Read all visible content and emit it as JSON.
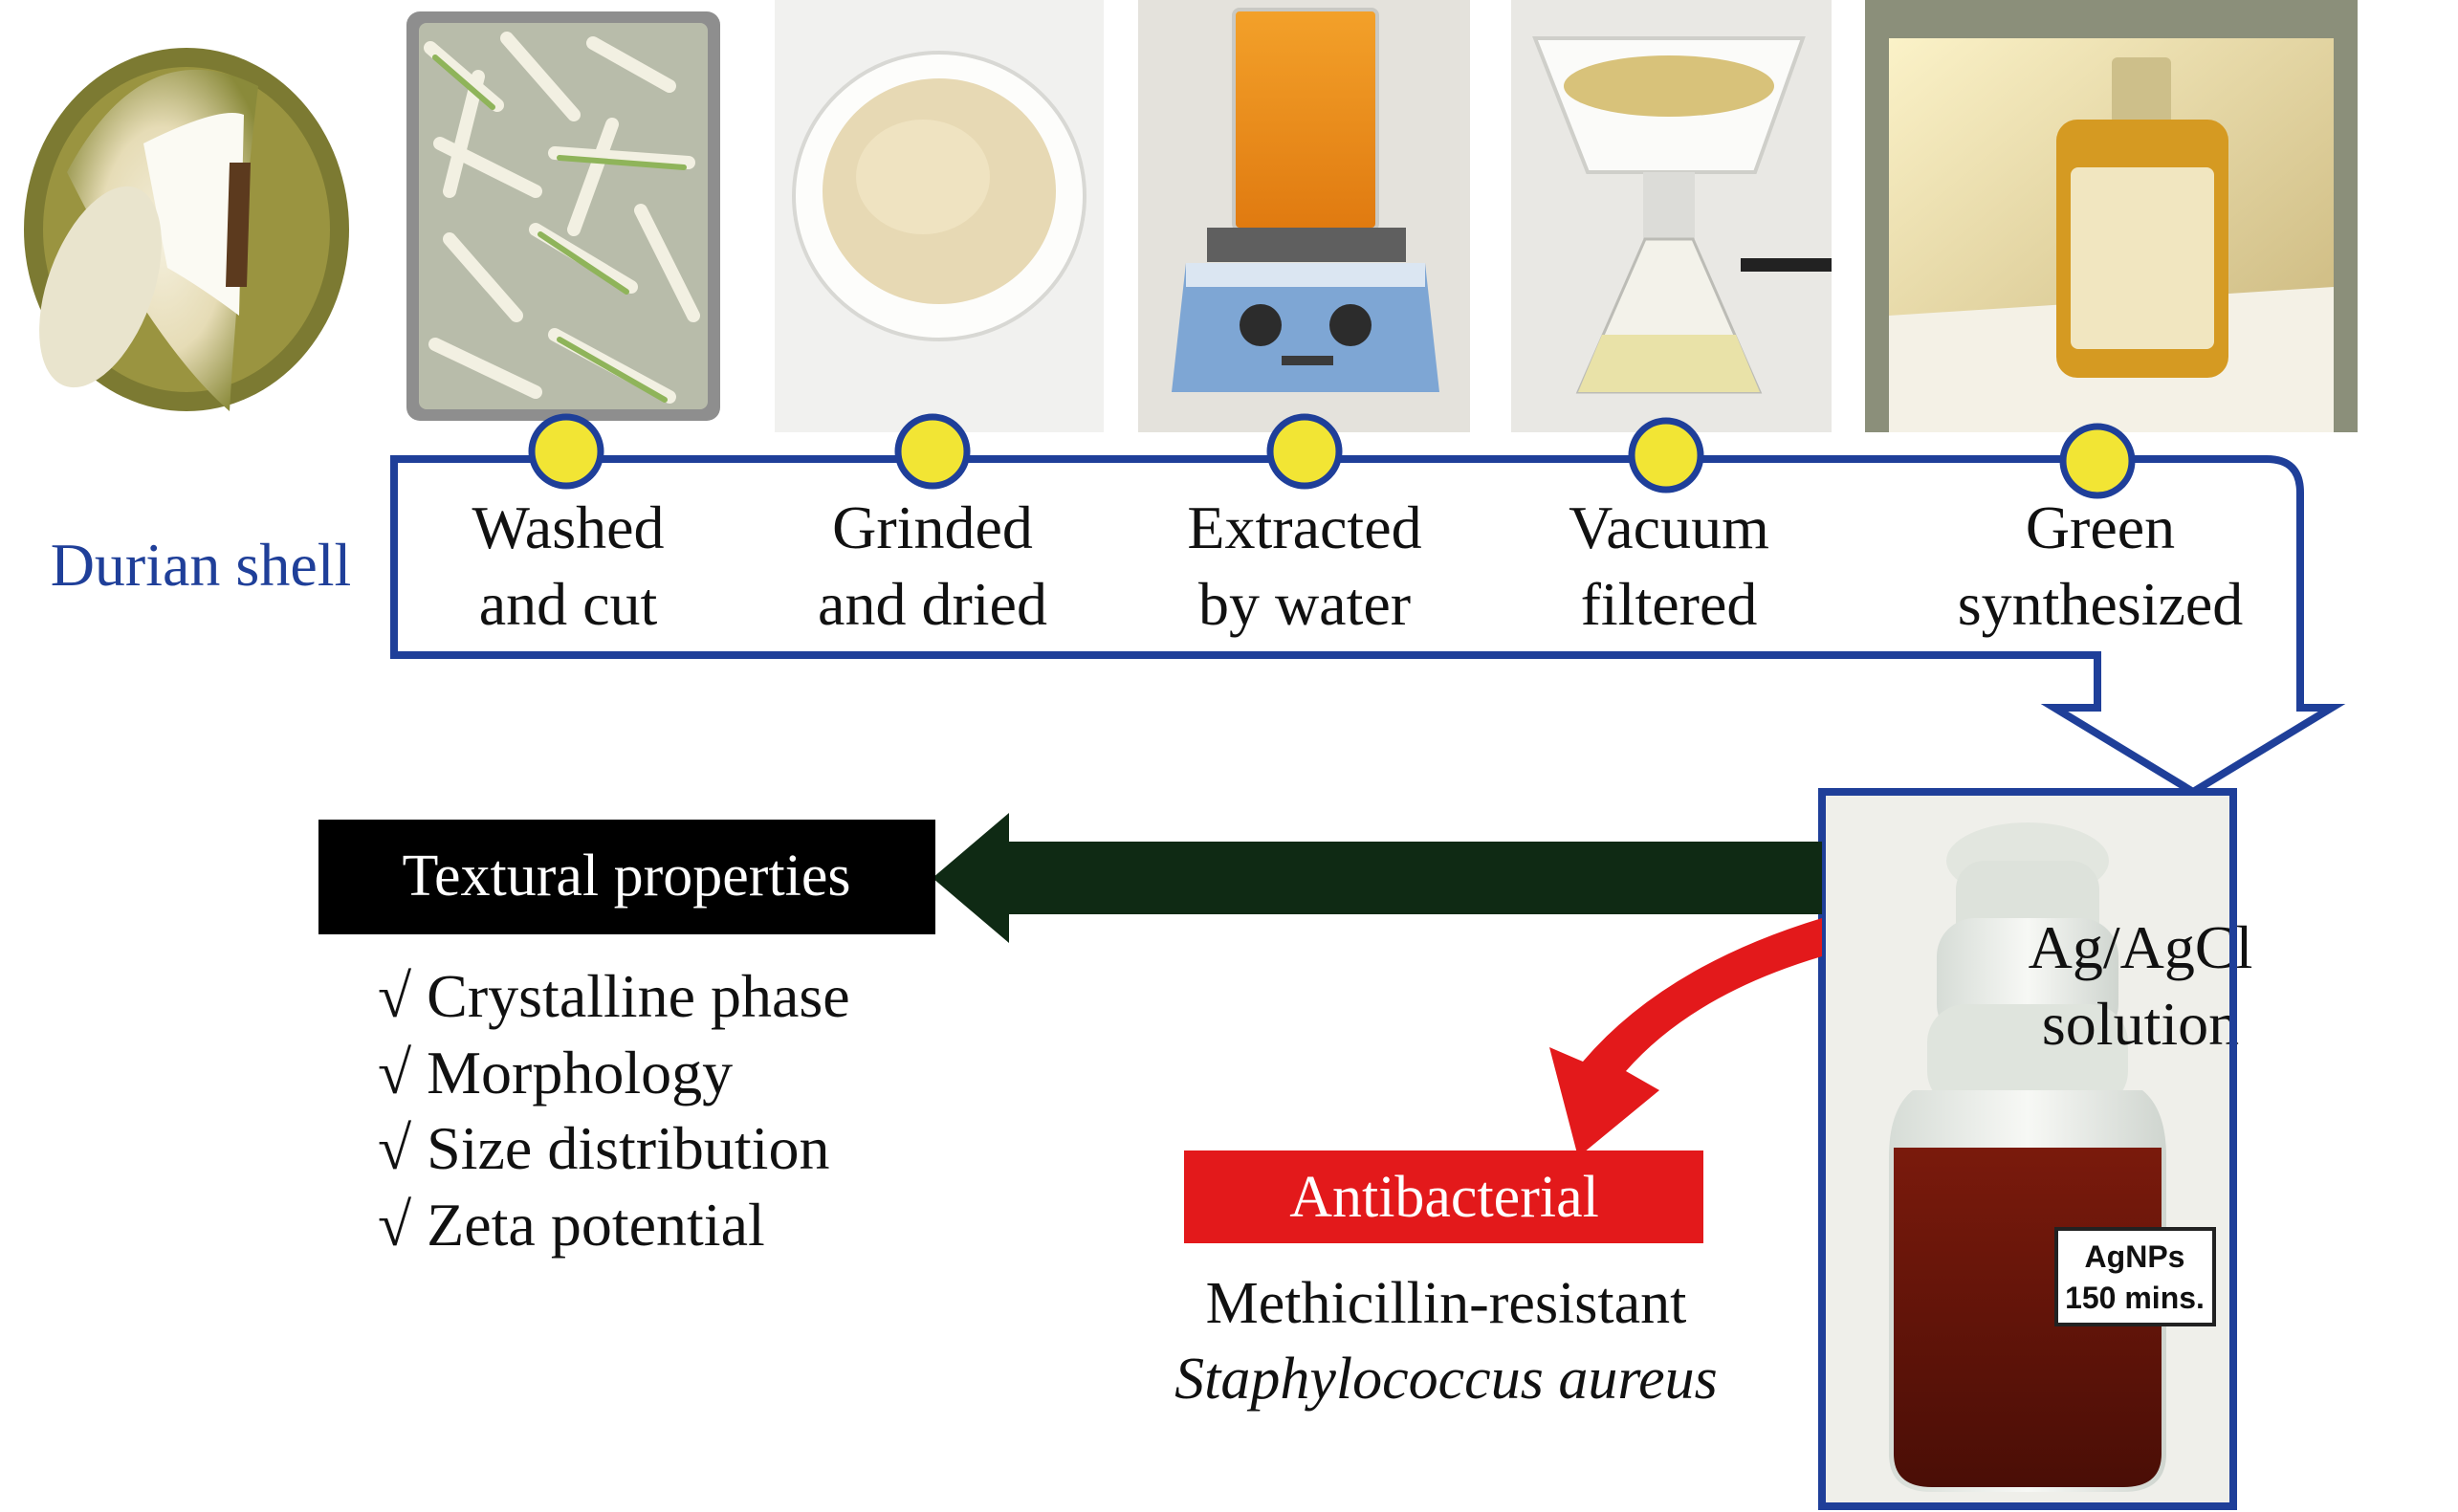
{
  "title": "",
  "start_label": "Durian shell",
  "steps": [
    {
      "line1": "Washed",
      "line2": "and cut"
    },
    {
      "line1": "Grinded",
      "line2": "and dried"
    },
    {
      "line1": "Extracted",
      "line2": "by water"
    },
    {
      "line1": "Vacuum",
      "line2": "filtered"
    },
    {
      "line1": "Green",
      "line2": "synthesized"
    }
  ],
  "product": {
    "line1": "Ag/AgCl",
    "line2": "solution",
    "jar_label_line1": "AgNPs",
    "jar_label_line2": "150 mins."
  },
  "textural": {
    "title": "Textural properties",
    "items": [
      "√ Crystalline phase",
      "√ Morphology",
      "√ Size distribution",
      "√ Zeta potential"
    ]
  },
  "antibacterial": {
    "title": "Antibacterial",
    "line1": "Methicillin-resistant",
    "line2": "Staphylococcus aureus"
  },
  "colors": {
    "flow_blue": "#1f3f99",
    "node_yellow": "#f2e534",
    "dark_green_arrow": "#0f2a14",
    "red_arrow": "#e3191b",
    "black_box": "#000000"
  }
}
